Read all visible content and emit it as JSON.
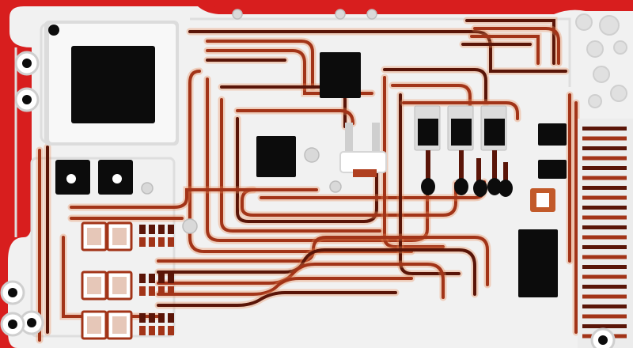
{
  "scene": {
    "subject": "printed-circuit-board",
    "colors": {
      "background": "#ffffff",
      "board_edge": "#d81e1e",
      "substrate": "#f1f1f1",
      "silkscreen": "#e2e2e2",
      "trace": "#a23418",
      "trace_dark": "#5a1508",
      "trace_glow": "#e88a55",
      "chip": "#0c0c0c",
      "pad": "#c9c9c9",
      "pad_highlight": "#ffffff"
    },
    "components": {
      "large_ic_count": 1,
      "small_ic_count": 6,
      "transistor_count": 4,
      "connector_pin_count": 22,
      "mounting_holes": 6
    }
  }
}
